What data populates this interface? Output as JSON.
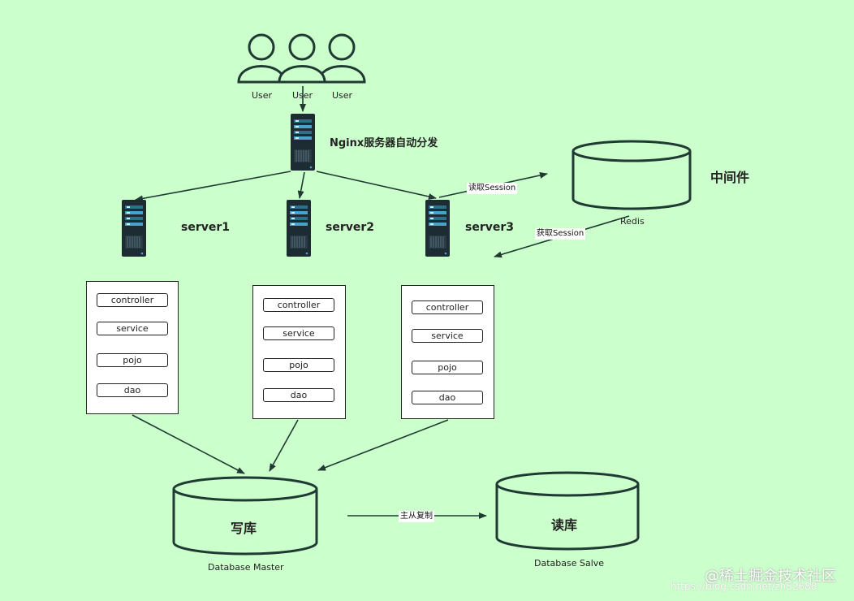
{
  "users": [
    "User",
    "User",
    "User"
  ],
  "nginx": {
    "label": "Nginx服务器自动分发"
  },
  "servers": [
    {
      "label": "server1",
      "layers": [
        "controller",
        "service",
        "pojo",
        "dao"
      ]
    },
    {
      "label": "server2",
      "layers": [
        "controller",
        "service",
        "pojo",
        "dao"
      ]
    },
    {
      "label": "server3",
      "layers": [
        "controller",
        "service",
        "pojo",
        "dao"
      ]
    }
  ],
  "middleware": {
    "title": "中间件",
    "name": "Redis"
  },
  "edges": {
    "read_session": "读取Session",
    "get_session": "获取Session",
    "replication": "主从复制"
  },
  "databases": {
    "master": {
      "title": "写库",
      "caption": "Database Master"
    },
    "slave": {
      "title": "读库",
      "caption": "Database Salve"
    }
  },
  "watermark": {
    "brand": "@稀土掘金技术社区",
    "url": "https://blog.csdn.net/zh52688"
  },
  "colors": {
    "background": "#cbffcb",
    "stroke": "#1f3a33",
    "server_dark": "#1d2b33",
    "server_screen": "#4aa3c9"
  }
}
